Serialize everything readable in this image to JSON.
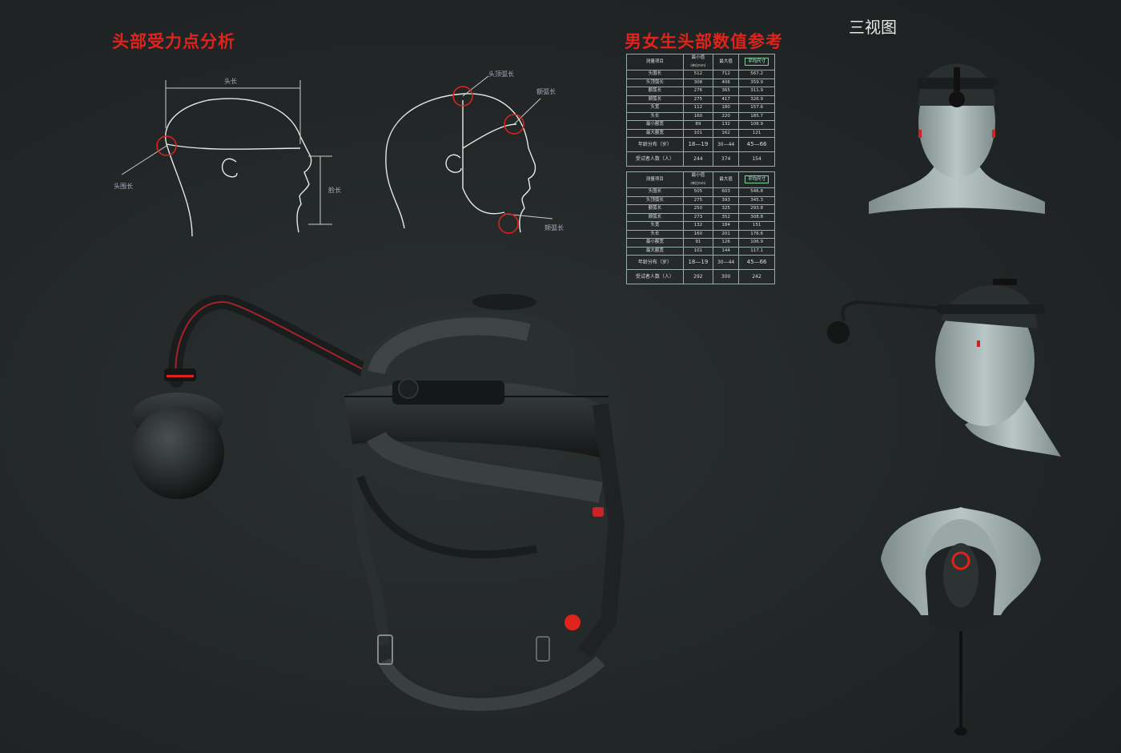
{
  "titles": {
    "force_analysis": "头部受力点分析",
    "reference": "男女生头部数值参考",
    "three_views": "三视图"
  },
  "sketch_labels": {
    "head_length": "头长",
    "head_circumference": "头围长",
    "face_height": "脸长",
    "top_arc": "头顶弧长",
    "forehead_arc": "额弧长",
    "chin_arc": "颏弧长"
  },
  "table_male": {
    "headers": [
      "测量项目",
      "最小值",
      "最大值",
      "平均尺寸"
    ],
    "header_sub": "(单位mm)",
    "rows": [
      [
        "头围长",
        "512",
        "712",
        "567.2"
      ],
      [
        "头顶弧长",
        "308",
        "406",
        "359.9"
      ],
      [
        "额弧长",
        "276",
        "365",
        "311.9"
      ],
      [
        "颏弧长",
        "275",
        "417",
        "326.9"
      ],
      [
        "头宽",
        "112",
        "180",
        "157.6"
      ],
      [
        "头长",
        "160",
        "220",
        "185.7"
      ],
      [
        "最小额宽",
        "89",
        "132",
        "108.9"
      ],
      [
        "最大额宽",
        "101",
        "162",
        "121"
      ]
    ],
    "age_row": [
      "年龄分布（岁）",
      "18—19",
      "30—44",
      "45—66"
    ],
    "count_row": [
      "受试者人数（人）",
      "244",
      "374",
      "154"
    ]
  },
  "table_female": {
    "headers": [
      "测量项目",
      "最小值",
      "最大值",
      "平均尺寸"
    ],
    "header_sub": "(单位mm)",
    "rows": [
      [
        "头围长",
        "505",
        "603",
        "546.8"
      ],
      [
        "头顶弧长",
        "275",
        "393",
        "345.3"
      ],
      [
        "额弧长",
        "250",
        "325",
        "293.8"
      ],
      [
        "颏弧长",
        "273",
        "352",
        "308.8"
      ],
      [
        "头宽",
        "132",
        "184",
        "151"
      ],
      [
        "头长",
        "160",
        "201",
        "176.6"
      ],
      [
        "最小额宽",
        "91",
        "126",
        "106.9"
      ],
      [
        "最大额宽",
        "101",
        "144",
        "117.1"
      ]
    ],
    "age_row": [
      "年龄分布（岁）",
      "18—19",
      "30—44",
      "45—66"
    ],
    "count_row": [
      "受试者人数（人）",
      "292",
      "300",
      "242"
    ]
  },
  "colors": {
    "accent": "#e0231b",
    "highlight": "#7fd39a",
    "line": "#e8e8e8"
  }
}
